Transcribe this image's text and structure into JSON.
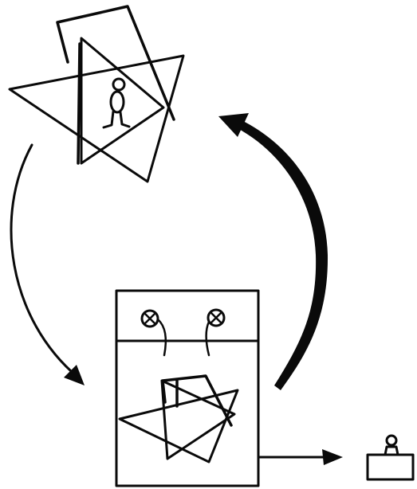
{
  "diagram": {
    "style": "hand-drawn black ink sketch",
    "ink_color": "#0a0a0a",
    "background_color": "#ffffff",
    "nodes": [
      {
        "id": "star-with-figure",
        "icons": [
          "hexagram-icon",
          "stick-figure-icon"
        ]
      },
      {
        "id": "panel-device",
        "icons": [
          "dial-icon",
          "dial-icon",
          "hexagram-icon"
        ]
      },
      {
        "id": "output-box",
        "icons": [
          "box-with-figure-icon"
        ]
      }
    ],
    "edges": [
      {
        "from": "star-with-figure",
        "to": "panel-device",
        "style": "thin curved arrow"
      },
      {
        "from": "panel-device",
        "to": "star-with-figure",
        "style": "thick curved arrow"
      },
      {
        "from": "panel-device",
        "to": "output-box",
        "style": "straight arrow"
      }
    ]
  }
}
